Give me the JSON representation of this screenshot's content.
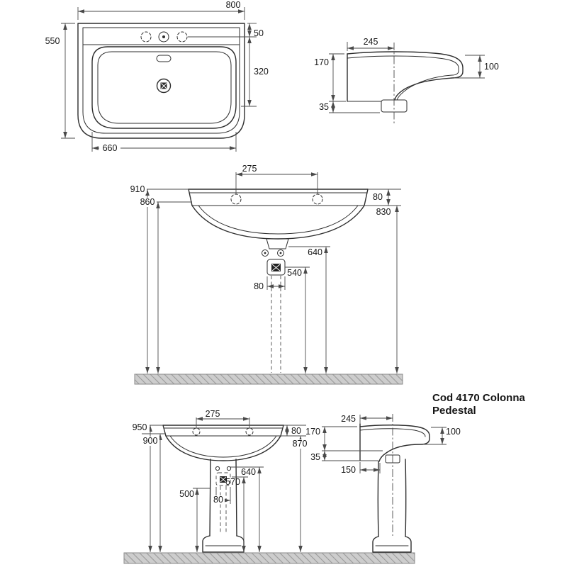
{
  "product": {
    "line1": "Cod 4170 Colonna",
    "line2": "Pedestal"
  },
  "plan_view": {
    "width": "800",
    "depth": "550",
    "tap_deck": "50",
    "drain_offset": "320",
    "bowl_width": "660"
  },
  "side_view": {
    "depth": "245",
    "front_height": "170",
    "apron": "100",
    "outlet_drop": "35"
  },
  "wall_view": {
    "tap_centres": "275",
    "rim_height": "910",
    "underside_front": "860",
    "rim_thickness": "80",
    "underside_back": "830",
    "overflow_height": "640",
    "trap_height": "540",
    "trap_width": "80"
  },
  "ped_front": {
    "tap_centres": "275",
    "rim_height": "950",
    "underside_front": "900",
    "rim_thickness": "80",
    "underside_back": "870",
    "overflow_height": "640",
    "trap_height": "570",
    "pedestal_height": "500",
    "trap_width": "80"
  },
  "ped_side": {
    "depth": "245",
    "front_height": "170",
    "apron": "100",
    "outlet_drop": "35",
    "setback": "150"
  }
}
